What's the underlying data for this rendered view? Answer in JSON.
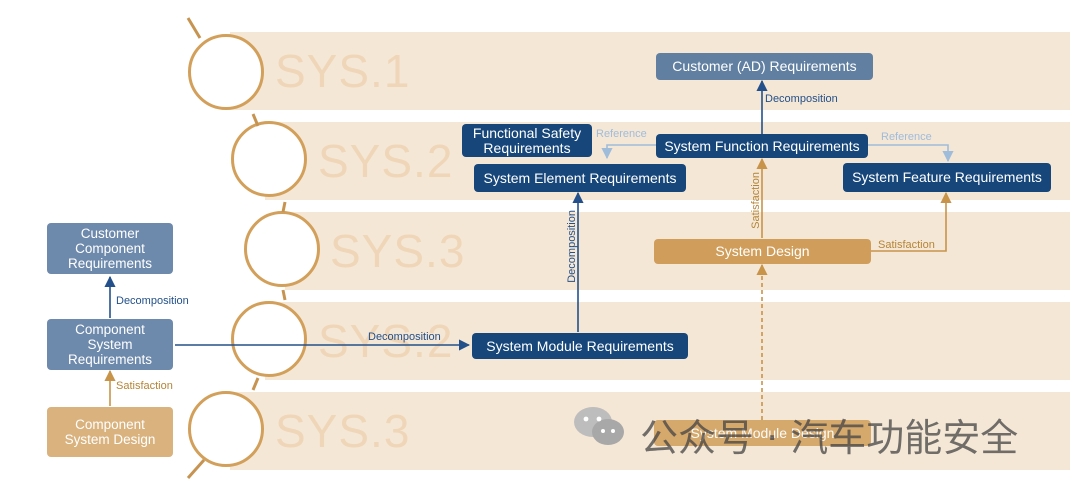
{
  "levels": [
    {
      "label": "SYS.1"
    },
    {
      "label": "SYS.2"
    },
    {
      "label": "SYS.3"
    },
    {
      "label": "SYS.2"
    },
    {
      "label": "SYS.3"
    }
  ],
  "boxes": {
    "customer_ad": "Customer (AD) Requirements",
    "functional_safety": "Functional Safety Requirements",
    "system_function": "System Function Requirements",
    "system_element": "System Element Requirements",
    "system_feature": "System Feature Requirements",
    "system_design": "System Design",
    "system_module_requirements": "System Module Requirements",
    "system_module_design": "System Module Design",
    "customer_component": "Customer Component Requirements",
    "component_system": "Component System Requirements",
    "component_system_design": "Component System Design"
  },
  "labels": {
    "decomposition": "Decomposition",
    "reference": "Reference",
    "satisfaction": "Satisfaction"
  },
  "watermark": {
    "text": "公众号 · 汽车功能安全",
    "icon": "wechat-icon"
  },
  "colors": {
    "band": "#f5e7d6",
    "dark_blue": "#16467a",
    "light_blue": "#9fbcdb",
    "gold": "#d09e5a",
    "circle_stroke": "#d2a05a"
  }
}
